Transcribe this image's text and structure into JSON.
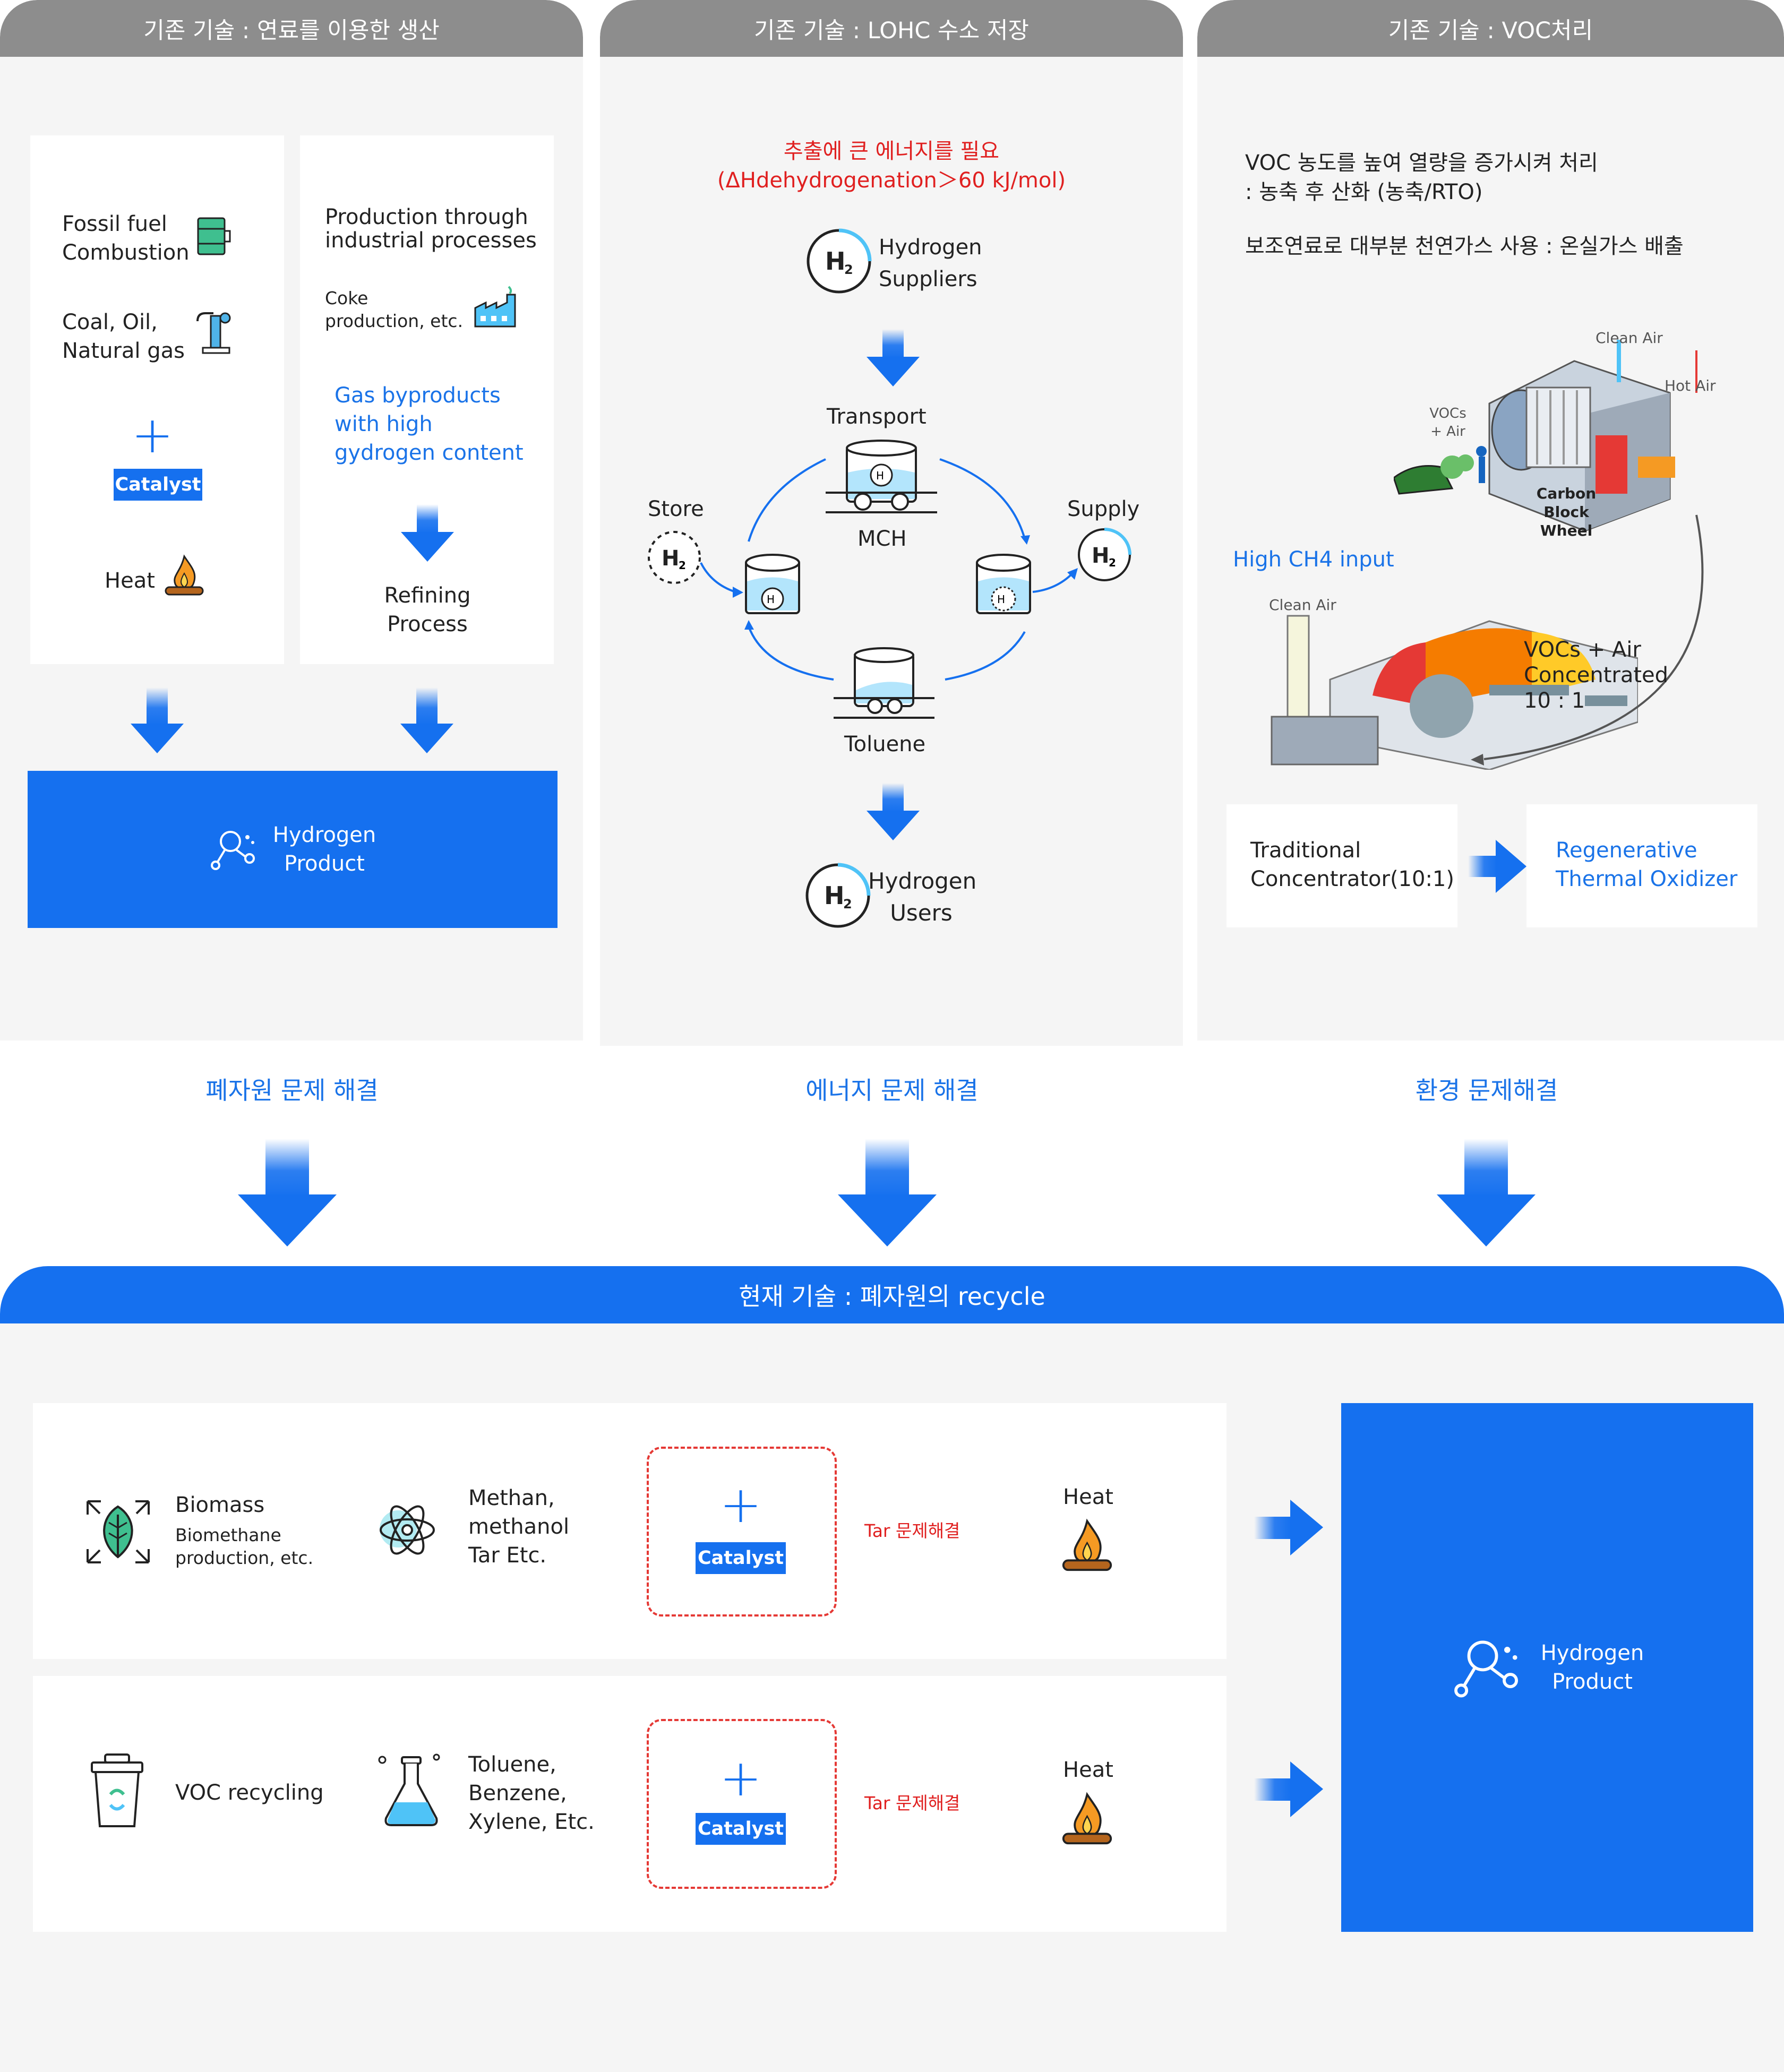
{
  "colors": {
    "accent": "#1570ef",
    "tab_gray": "#8d8d8d",
    "panel": "#f5f5f5",
    "warning_red": "#e02020"
  },
  "col1": {
    "tab": "기존 기술 : 연료를 이용한 생산",
    "fossil": "Fossil fuel\nCombustion",
    "coal": "Coal, Oil,\nNatural gas",
    "catalyst": "Catalyst",
    "heat": "Heat",
    "production": "Production through\nindustrial processes",
    "coke": "Coke\nproduction, etc.",
    "gas_byproducts": "Gas byproducts\nwith high\ngydrogen content",
    "refining": "Refining\nProcess",
    "product": "Hydrogen\nProduct"
  },
  "col2": {
    "tab": "기존 기술 : LOHC 수소 저장",
    "red_title": "추출에 큰 에너지를 필요",
    "red_formula": "(ΔHdehydrogenation＞60 kJ/mol)",
    "suppliers": "Hydrogen\nSuppliers",
    "transport": "Transport",
    "store": "Store",
    "supply": "Supply",
    "mch": "MCH",
    "toluene": "Toluene",
    "users": "Hydrogen\nUsers",
    "h2": "H",
    "h2_sub": "2"
  },
  "col3": {
    "tab": "기존 기술 : VOC처리",
    "line1": "VOC 농도를 높여 열량을 증가시켜 처리",
    "line2": ": 농축 후 산화  (농축/RTO)",
    "line3": "보조연료로 대부분 천연가스 사용 : 온실가스 배출",
    "clean_air_top": "Clean Air",
    "hot_air": "Hot Air",
    "vocs_air": "VOCs\n+ Air",
    "carbon_block": "Carbon\nBlock\nWheel",
    "high_ch4": "High CH4 input",
    "clean_air_bottom": "Clean Air",
    "concentrated": "VOCs + Air\nConcentrated\n10 : 1",
    "traditional": "Traditional\nConcentrator(10:1)",
    "regenerative": "Regenerative\nThermal Oxidizer"
  },
  "solutions": {
    "waste": "폐자원 문제 해결",
    "energy": "에너지 문제 해결",
    "environment": "환경 문제해결"
  },
  "current": {
    "banner": "현재 기술 : 폐자원의 recycle",
    "row1": {
      "biomass": "Biomass",
      "biomethane": "Biomethane\nproduction, etc.",
      "methan": "Methan,\nmethanol\nTar Etc.",
      "catalyst": "Catalyst",
      "tar": "Tar 문제해결",
      "heat": "Heat"
    },
    "row2": {
      "voc": "VOC recycling",
      "toluene": "Toluene,\nBenzene,\nXylene, Etc.",
      "catalyst": "Catalyst",
      "tar": "Tar 문제해결",
      "heat": "Heat"
    },
    "product": "Hydrogen\nProduct"
  }
}
